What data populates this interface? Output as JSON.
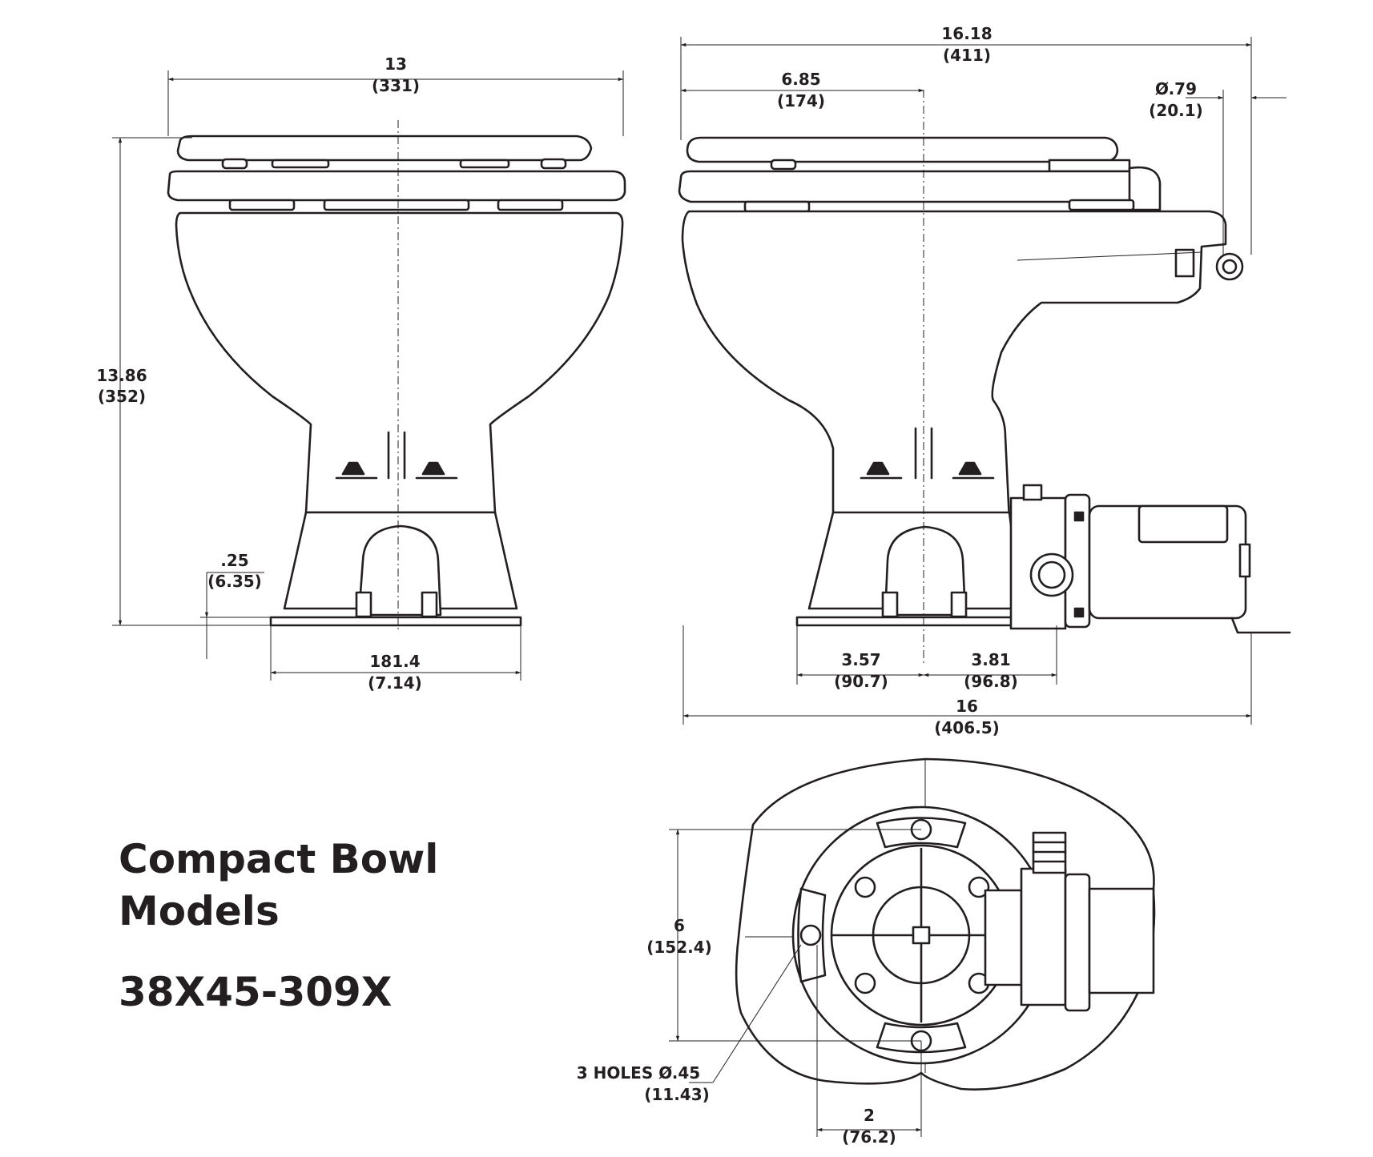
{
  "heading": {
    "line1": "Compact Bowl",
    "line2": "Models",
    "model": "38X45-309X"
  },
  "front_view": {
    "width": {
      "value": "13",
      "metric": "(331)"
    },
    "height": {
      "value": "13.86",
      "metric": "(352)"
    },
    "offset": {
      "value": ".25",
      "metric": "(6.35)"
    },
    "base": {
      "value": "181.4",
      "metric": "(7.14)"
    }
  },
  "side_view": {
    "overall_top": {
      "value": "16.18",
      "metric": "(411)"
    },
    "seat_to_center": {
      "value": "6.85",
      "metric": "(174)"
    },
    "hose": {
      "value": "Ø.79",
      "metric": "(20.1)"
    },
    "base_front": {
      "value": "3.57",
      "metric": "(90.7)"
    },
    "base_rear": {
      "value": "3.81",
      "metric": "(96.8)"
    },
    "overall_bottom": {
      "value": "16",
      "metric": "(406.5)"
    }
  },
  "footprint": {
    "depth": {
      "value": "6",
      "metric": "(152.4)"
    },
    "holes": {
      "value": "3 HOLES Ø.45",
      "metric": "(11.43)"
    },
    "spacing": {
      "value": "2",
      "metric": "(76.2)"
    }
  },
  "colors": {
    "ink": "#231f20",
    "paper": "#ffffff"
  }
}
